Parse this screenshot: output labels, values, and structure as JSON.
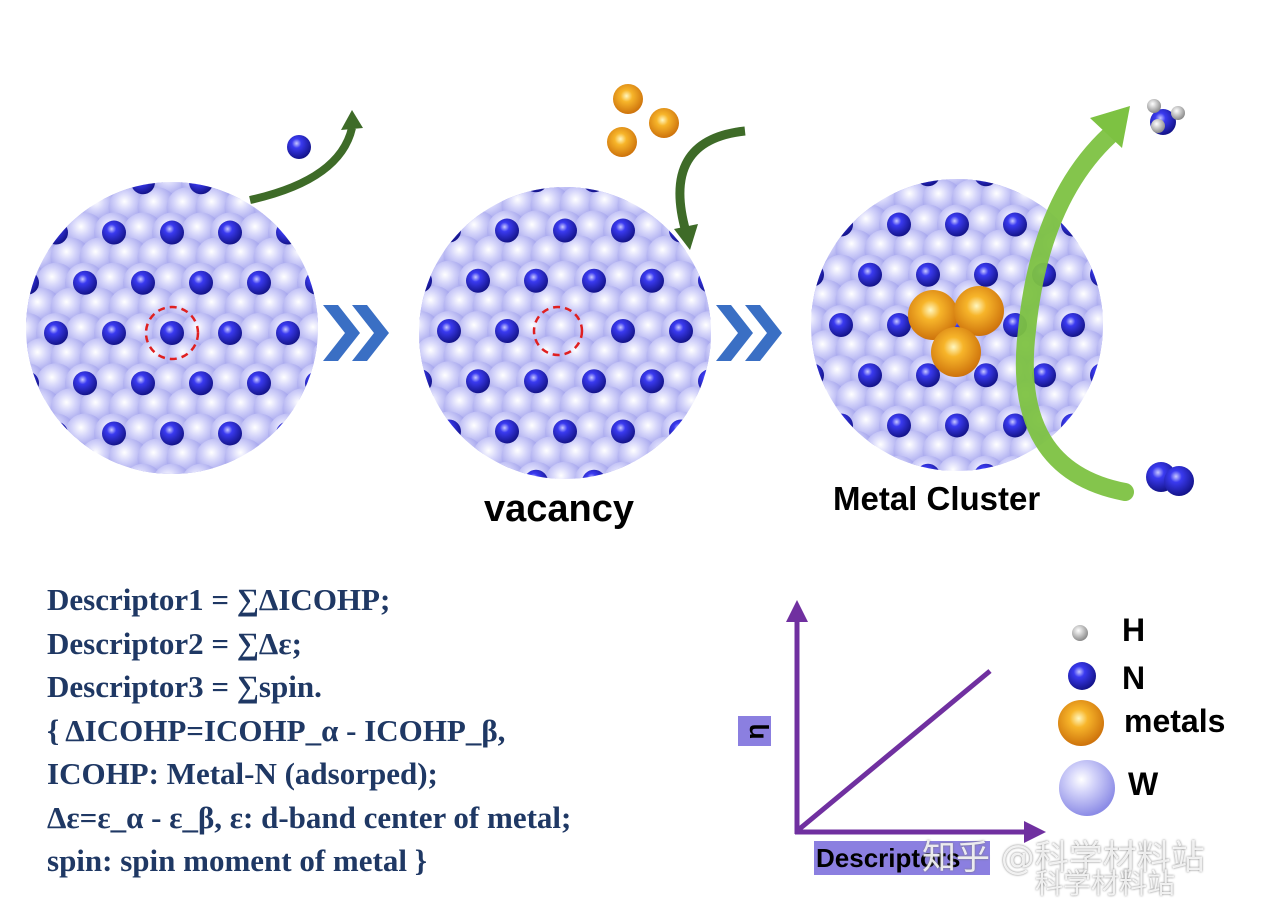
{
  "labels": {
    "vacancy": "vacancy",
    "metal_cluster": "Metal Cluster"
  },
  "descriptors": [
    "Descriptor1 = ∑ΔICOHP;",
    "Descriptor2 = ∑Δε;",
    "Descriptor3 = ∑spin.",
    "{ ΔICOHP=ICOHP_α - ICOHP_β,",
    "ICOHP: Metal-N (adsorped);",
    "Δε=ε_α - ε_β, ε: d-band center of metal;",
    "spin: spin moment of metal }"
  ],
  "plot": {
    "ylabel": "η",
    "xlabel": "Descriptors"
  },
  "legend": {
    "H": "H",
    "N": "N",
    "metals": "metals",
    "W": "W"
  },
  "watermark": {
    "line1": "知乎 @科学材料站",
    "line2": "科学材料站"
  },
  "colors": {
    "W_atom": "#a8a8f0",
    "N_atom": "#2a2ad8",
    "metal_atom": "#f0a020",
    "H_atom": "#c8c8c8",
    "dark_arrow": "#3e6b28",
    "light_arrow": "#7dc242",
    "chevron": "#3a6fc4",
    "axis": "#7030a0",
    "text_navy": "#1f3864",
    "vacancy_circle": "#e02020"
  }
}
